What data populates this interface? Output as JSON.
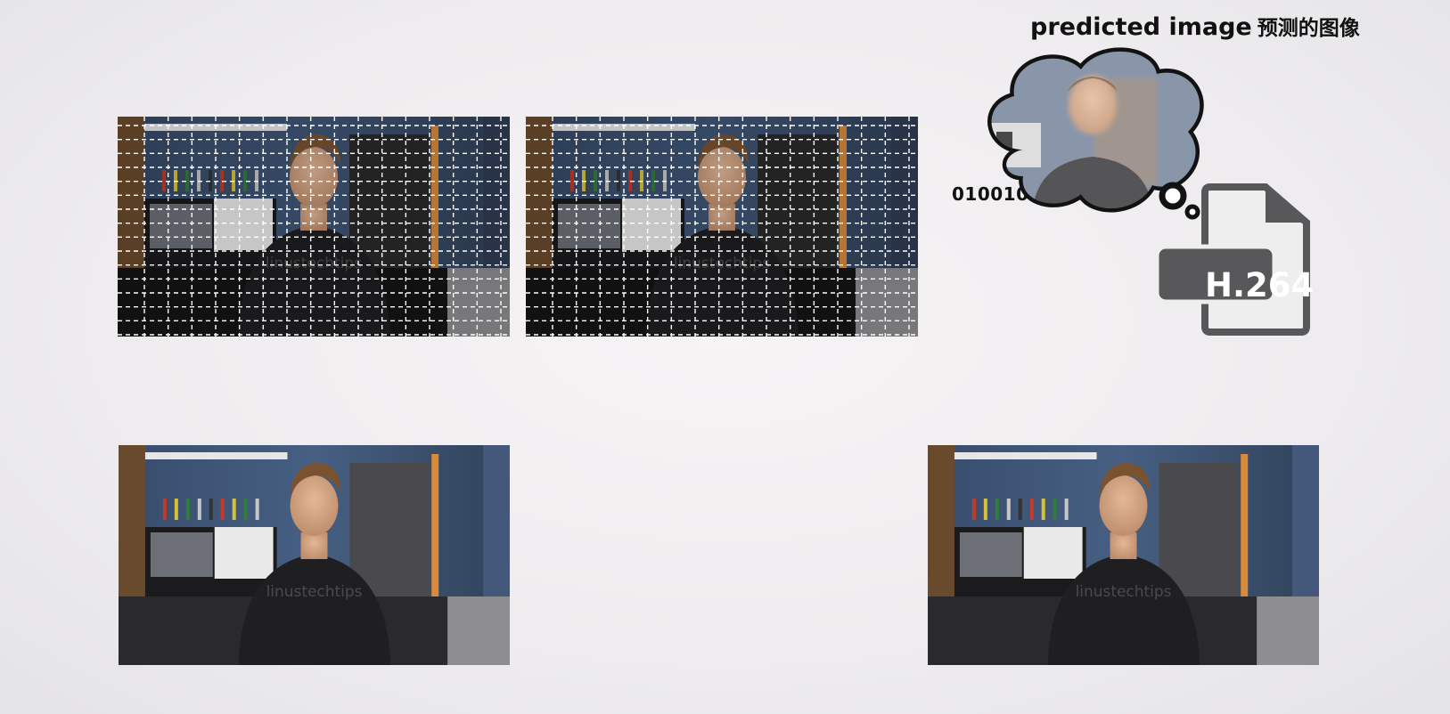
{
  "caption": {
    "english": "predicted image",
    "chinese": "预测的图像"
  },
  "bitstream": "01001010",
  "codec": {
    "label": "H.264",
    "icon": "document-icon"
  },
  "shirt_text": "linustechtips",
  "frames": [
    {
      "role": "encoded-frame",
      "dashed_grid": true
    },
    {
      "role": "encoded-frame",
      "dashed_grid": true
    },
    {
      "role": "source-frame",
      "dashed_grid": false
    },
    {
      "role": "decoded-frame",
      "dashed_grid": false
    }
  ]
}
